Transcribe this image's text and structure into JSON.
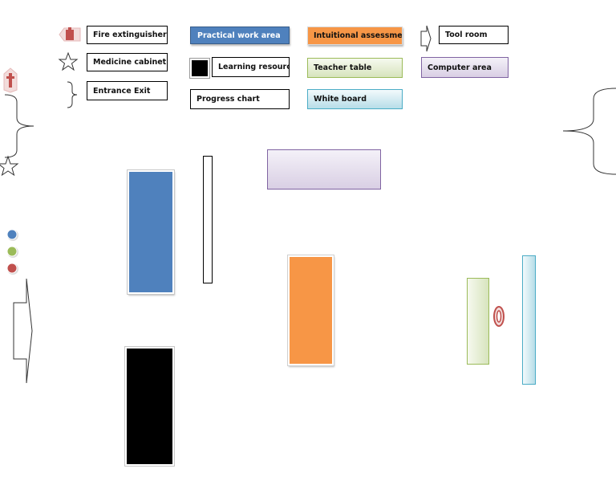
{
  "legend": {
    "fire_extinguisher": "Fire extinguisher",
    "medicine_cabinet": "Medicine cabinet",
    "entrance_exit": "Entrance Exit",
    "practical_work_area": "Practical work area",
    "learning_resource": "Learning resource",
    "progress_chart": "Progress chart",
    "intuitional_assessment": "Intuitional assessment",
    "teacher_table": "Teacher table",
    "white_board": "White board",
    "tool_room": "Tool room",
    "computer_area": "Computer area"
  },
  "icons": {
    "fire_extinguisher": "fire-extinguisher-icon",
    "medicine_cabinet": "star-icon",
    "entrance_exit": "curly-brace-icon",
    "tool_room": "notched-arrow-icon",
    "learning_resource": "black-square-icon"
  },
  "colors": {
    "practical_work_area": "#4f81bd",
    "intuitional_assessment": "#f79646",
    "learning_resource": "#000000",
    "teacher_table": "#d7e4bd",
    "computer_area": "#d9cfe4",
    "white_board": "#b7dde8",
    "fire_extinguisher": "#c0504d",
    "dots": [
      "#4f81bd",
      "#9bbb59",
      "#c0504d"
    ]
  }
}
